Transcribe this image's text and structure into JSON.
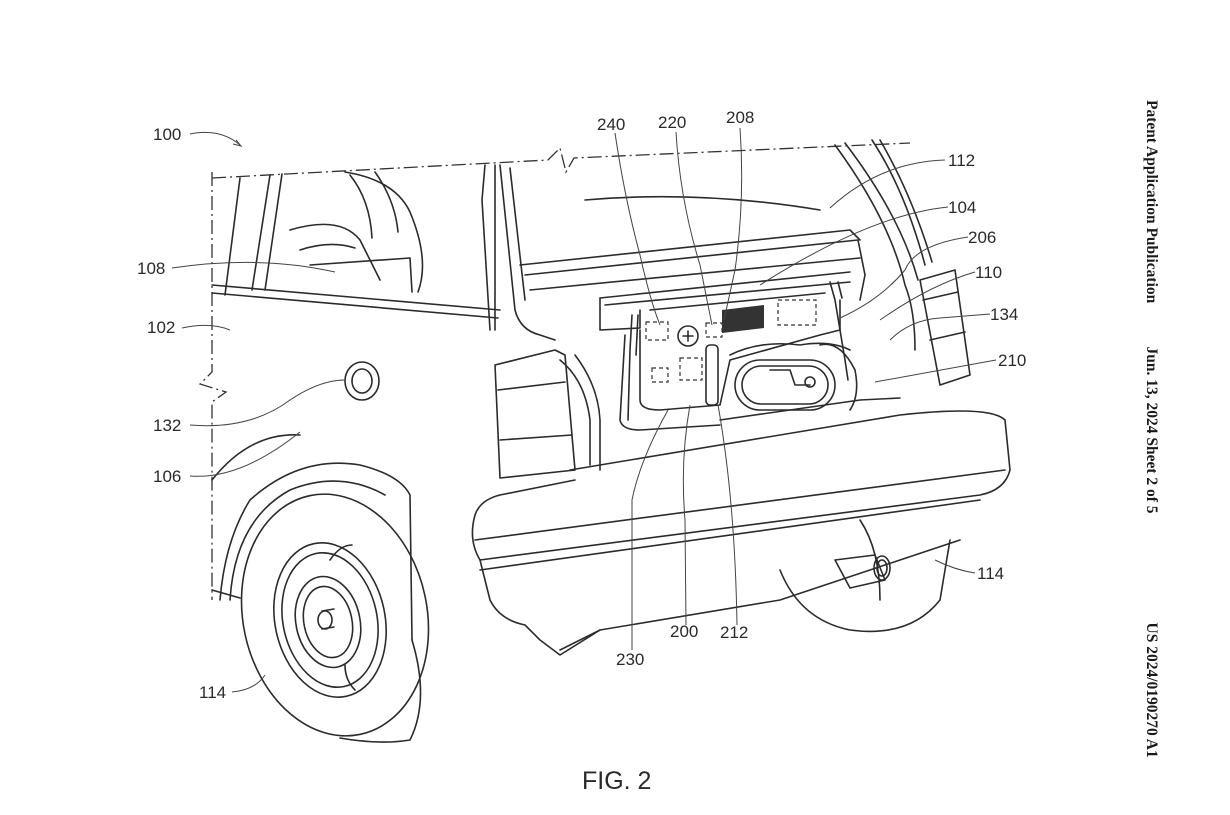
{
  "header": {
    "publication_type": "Patent Application Publication",
    "date_sheet": "Jun. 13, 2024  Sheet 2 of 5",
    "publication_number": "US 2024/0190270 A1"
  },
  "figure": {
    "label": "FIG. 2",
    "subject": "rear view of vehicle with open liftgate showing cargo-area mounted component"
  },
  "reference_numerals": {
    "r100": "100",
    "r102": "102",
    "r104": "104",
    "r106": "106",
    "r108": "108",
    "r110": "110",
    "r112": "112",
    "r114_left": "114",
    "r114_right": "114",
    "r132": "132",
    "r134": "134",
    "r200": "200",
    "r206": "206",
    "r208": "208",
    "r210": "210",
    "r212": "212",
    "r220": "220",
    "r230": "230",
    "r240": "240"
  },
  "colors": {
    "line": "#2b2b2b",
    "background": "#ffffff"
  }
}
